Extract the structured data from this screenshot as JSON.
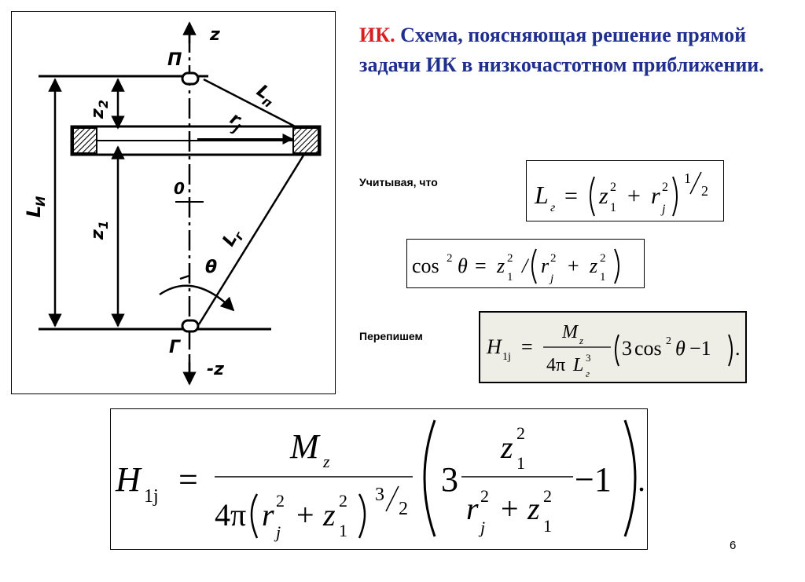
{
  "title": {
    "prefix": "ИК.",
    "text": "Схема, поясняющая решение прямой задачи ИК в низкочастотном приближении."
  },
  "colors": {
    "title_prefix": "#d81f1f",
    "title_text": "#1f2f8f",
    "box_grey": "#eeede6"
  },
  "captions": {
    "given": "Учитывая, что",
    "rewrite": "Перепишем"
  },
  "diagram": {
    "z_label": "z",
    "minus_z_label": "-z",
    "top_label": "П",
    "bottom_label": "Г",
    "origin_label": "0",
    "L_i": "L",
    "L_i_sub": "И",
    "z1": "z",
    "z1_sub": "1",
    "z2": "z",
    "z2_sub": "2",
    "rj": "r",
    "rj_sub": "j",
    "Ln": "L",
    "Ln_sub": "п",
    "Lg": "L",
    "Lg_sub": "г",
    "theta": "θ"
  },
  "formulas": {
    "f1": {
      "lhs": "L",
      "lhs_sub": "г",
      "eq": "=",
      "z": "z",
      "z_sub": "1",
      "z_sup": "2",
      "plus": "+",
      "r": "r",
      "r_sub": "j",
      "r_sup": "2",
      "exp_num": "1",
      "exp_den": "2"
    },
    "f2": {
      "cos": "cos",
      "sup": "2",
      "theta": "θ",
      "eq": "=",
      "z": "z",
      "z_sub": "1",
      "z_sup": "2",
      "slash": "/",
      "r": "r",
      "r_sub": "j",
      "r_sup": "2",
      "plus": "+",
      "z2": "z",
      "z2_sub": "1",
      "z2_sup": "2"
    },
    "f3": {
      "H": "H",
      "H_sub": "1j",
      "eq": "=",
      "M": "M",
      "M_sub": "z",
      "den": "4π",
      "L": "L",
      "L_sub": "г",
      "L_sup": "3",
      "three": "3",
      "cos": "cos",
      "cos_sup": "2",
      "theta": "θ",
      "minus_one": "−1",
      "dot": "."
    },
    "f4": {
      "H": "H",
      "H_sub": "1j",
      "eq": "=",
      "M": "M",
      "M_sub": "z",
      "den": "4π",
      "r": "r",
      "r_sub": "j",
      "r_sup": "2",
      "plus": "+",
      "z": "z",
      "z_sub": "1",
      "z_sup": "2",
      "exp_num": "3",
      "exp_den": "2",
      "three": "3",
      "num_z": "z",
      "num_z_sub": "1",
      "num_z_sup": "2",
      "minus_one": "−1",
      "dot": "."
    }
  },
  "page_number": "6"
}
